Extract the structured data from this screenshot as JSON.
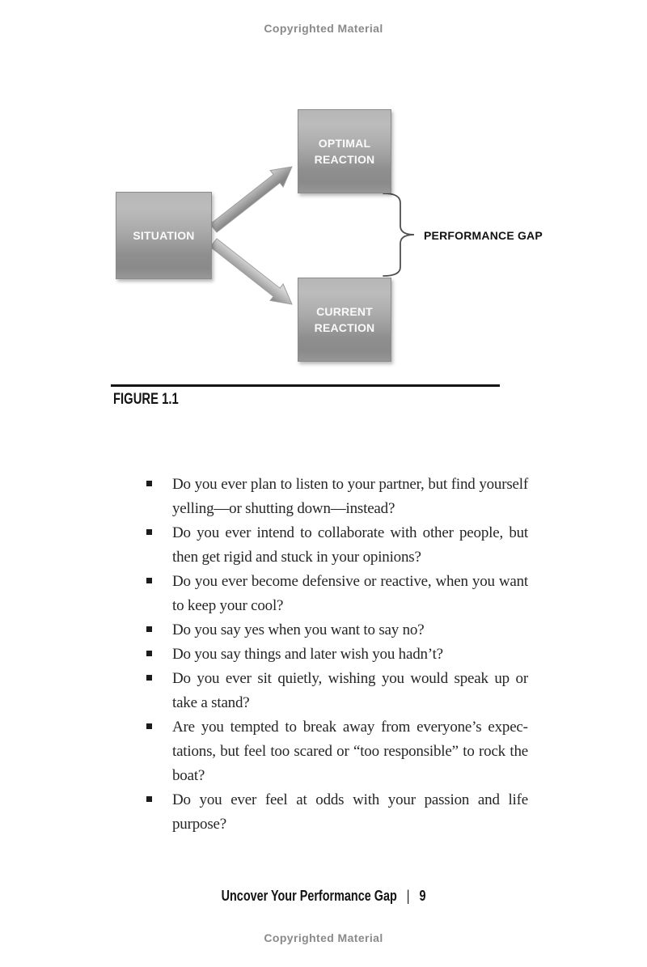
{
  "page": {
    "copyright_top": "Copyrighted Material",
    "copyright_bottom": "Copyrighted Material"
  },
  "figure": {
    "boxes": {
      "situation": "SITUATION",
      "optimal": "OPTIMAL REACTION",
      "current": "CURRENT REACTION"
    },
    "gap_label": "PERFORMANCE GAP",
    "caption": "FIGURE 1.1"
  },
  "questions": {
    "items": [
      "Do you ever plan to listen to your partner, but find yourself yelling—or shutting down—instead?",
      "Do you ever intend to collaborate with other people, but then get rigid and stuck in your opinions?",
      "Do you ever become defensive or reactive, when you want to keep your cool?",
      "Do you say yes when you want to say no?",
      "Do you say things and later wish you hadn’t?",
      "Do you ever sit quietly, wishing you would speak up or take a stand?",
      "Are you tempted to break away from everyone’s expec­tations, but feel too scared or “too responsible” to rock the boat?",
      "Do you ever feel at odds with your passion and life purpose?"
    ]
  },
  "footer": {
    "running_title": "Uncover Your Performance Gap",
    "separator": "|",
    "page_number": "9"
  },
  "colors": {
    "box_gradient_light": "#bcbcbc",
    "box_gradient_dark": "#8a8a8a",
    "arrow_light": "#d8d8d8",
    "arrow_dark": "#858585",
    "brace_stroke": "#4f4f4f",
    "muted_text": "#8a8a8a",
    "body_text": "#262626"
  }
}
